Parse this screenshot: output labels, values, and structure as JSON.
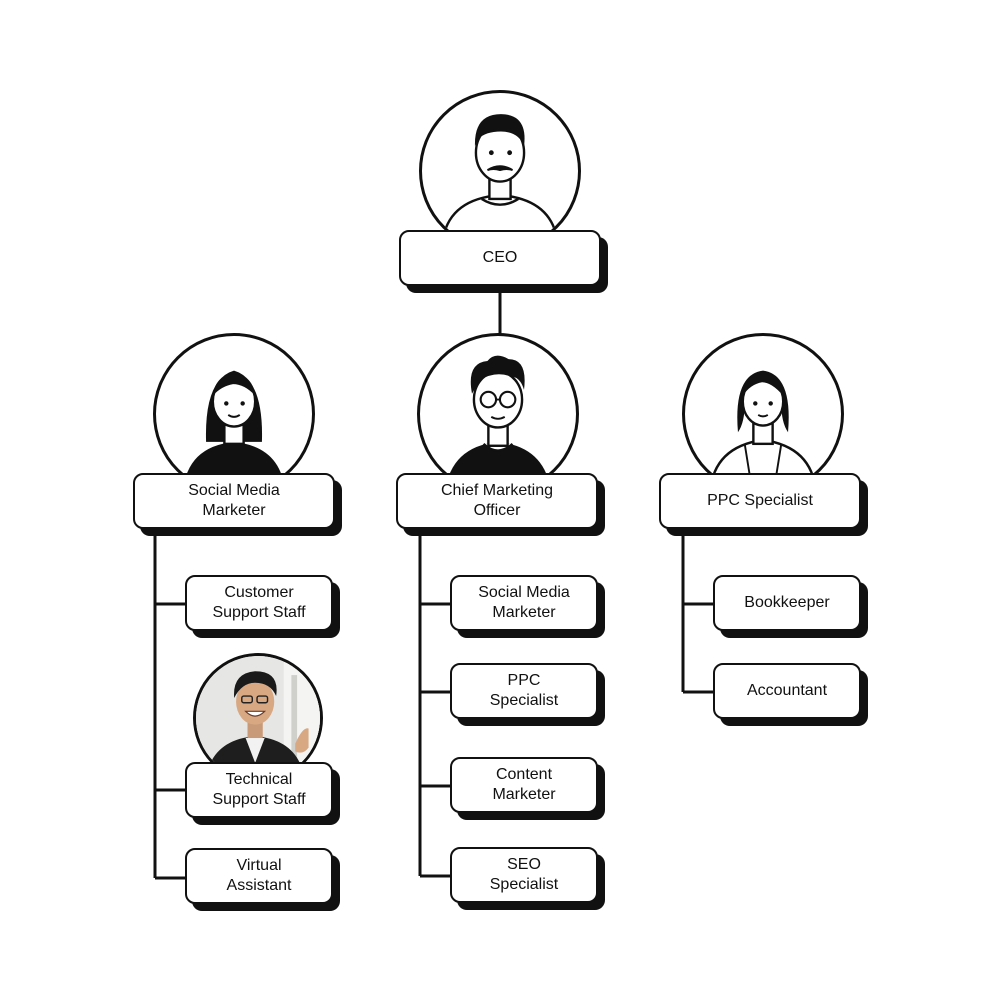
{
  "ceo": {
    "label": "CEO"
  },
  "left": {
    "head": [
      "Social Media",
      "Marketer"
    ],
    "items": [
      [
        "Customer",
        "Support Staff"
      ],
      [
        "Technical",
        "Support Staff"
      ],
      [
        "Virtual",
        "Assistant"
      ]
    ]
  },
  "middle": {
    "head": [
      "Chief Marketing",
      "Officer"
    ],
    "items": [
      [
        "Social Media",
        "Marketer"
      ],
      [
        "PPC",
        "Specialist"
      ],
      [
        "Content",
        "Marketer"
      ],
      [
        "SEO",
        "Specialist"
      ]
    ]
  },
  "right": {
    "head": [
      "PPC Specialist"
    ],
    "items": [
      [
        "Bookkeeper"
      ],
      [
        "Accountant"
      ]
    ]
  },
  "colors": {
    "line": "#111111",
    "fill": "#ffffff",
    "shadow": "#111111"
  }
}
